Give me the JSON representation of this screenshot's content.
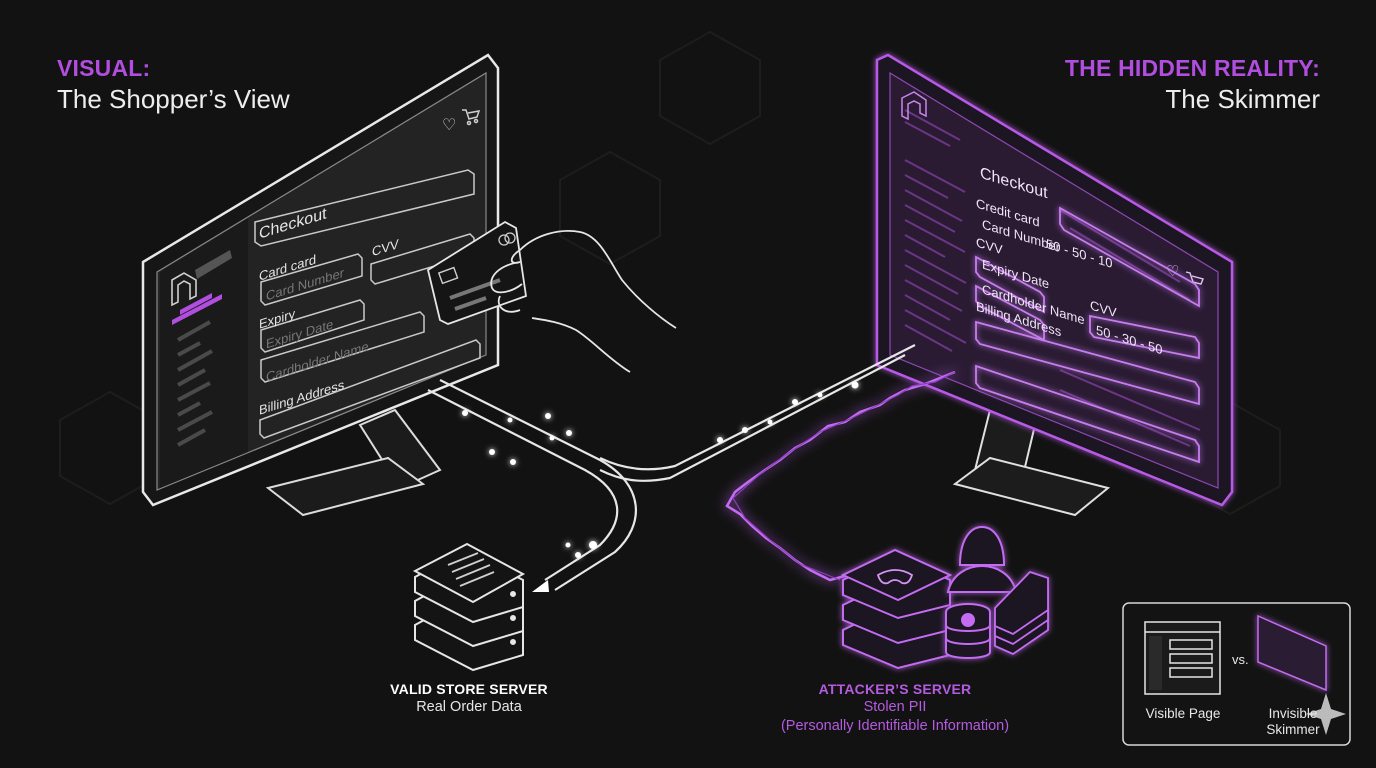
{
  "left_heading": {
    "kicker": "VISUAL:",
    "title": "The Shopper’s View"
  },
  "right_heading": {
    "kicker": "THE HIDDEN REALITY:",
    "title": "The Skimmer"
  },
  "shopper_form": {
    "title": "Checkout",
    "card_label": "Card card",
    "card_number_placeholder": "Card Number",
    "cvv_label": "CVV",
    "expiry_label": "Expiry",
    "expiry_placeholder": "Expiry Date",
    "cardholder_placeholder": "Cardholder Name",
    "billing_label": "Billing Address"
  },
  "skimmer_form": {
    "title": "Checkout",
    "credit_card_label": "Credit card",
    "card_number_label": "Card Number",
    "card_number_value": "50 - 50 - 10",
    "cvv_label": "CVV",
    "expiry_label": "Expiry Date",
    "cardholder_label": "Cardholder Name",
    "cvv_field_label": "CVV",
    "cvv_value": "50 - 30 - 50",
    "billing_label": "Billing Address"
  },
  "valid_server": {
    "heading": "VALID STORE SERVER",
    "description": "Real Order Data"
  },
  "attacker_server": {
    "heading": "ATTACKER’S SERVER",
    "description": "Stolen PII",
    "detail": "(Personally Identifiable Information)"
  },
  "legend": {
    "visible_label": "Visible Page",
    "vs_label": "vs.",
    "invisible_label": "Invisible Skimmer"
  },
  "colors": {
    "accent": "#b14ddf",
    "background": "#121212",
    "line": "#e6e6e6"
  }
}
